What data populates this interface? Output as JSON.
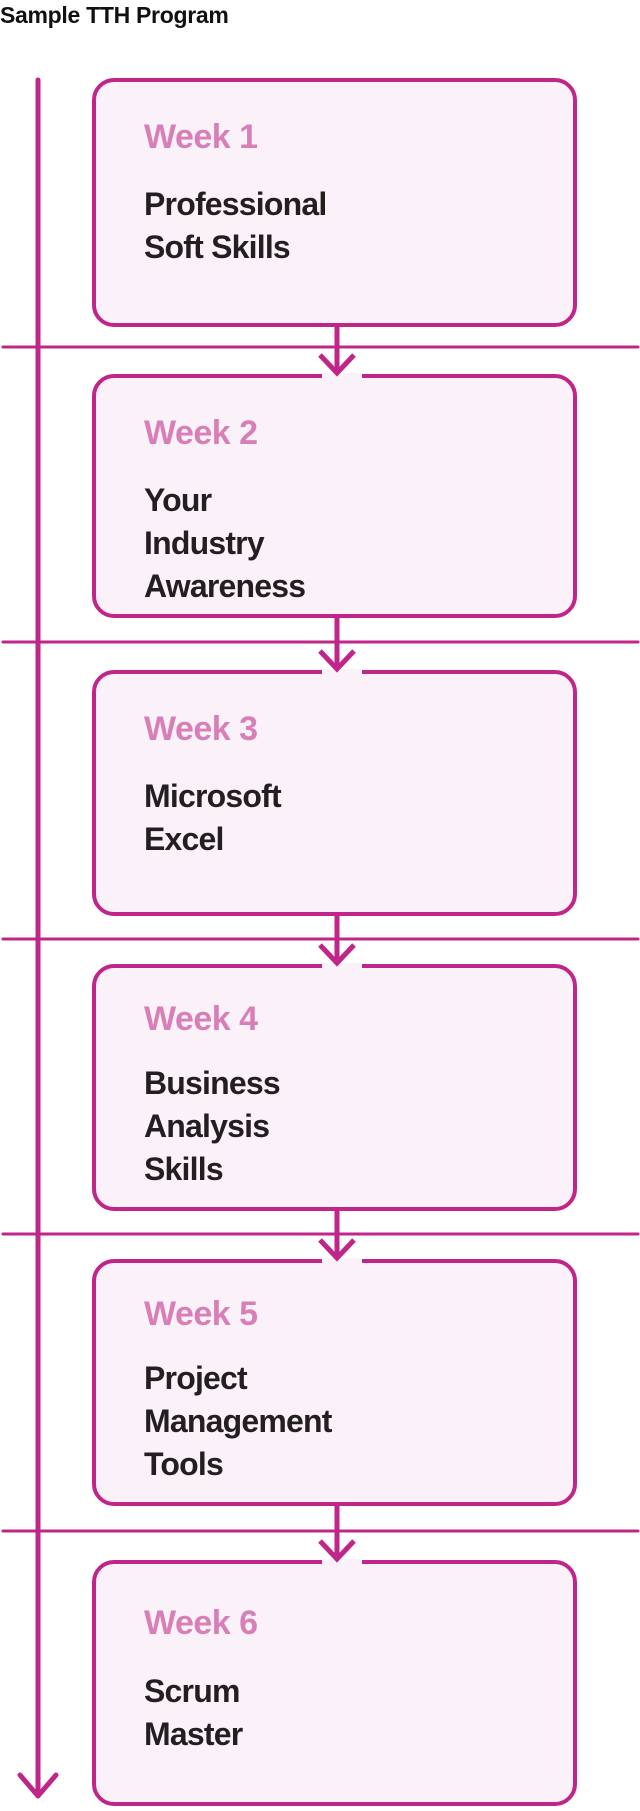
{
  "title": "Sample TTH Program",
  "colors": {
    "accent": "#c0268a",
    "week_label": "#d87fb8",
    "box_bg": "#faf2f8",
    "text": "#231f20"
  },
  "weeks": [
    {
      "label": "Week 1",
      "topic": "Professional\nSoft Skills"
    },
    {
      "label": "Week 2",
      "topic": "Your\nIndustry\nAwareness"
    },
    {
      "label": "Week 3",
      "topic": "Microsoft\nExcel"
    },
    {
      "label": "Week 4",
      "topic": "Business\nAnalysis\nSkills"
    },
    {
      "label": "Week 5",
      "topic": "Project\nManagement\nTools"
    },
    {
      "label": "Week 6",
      "topic": "Scrum\nMaster"
    }
  ]
}
